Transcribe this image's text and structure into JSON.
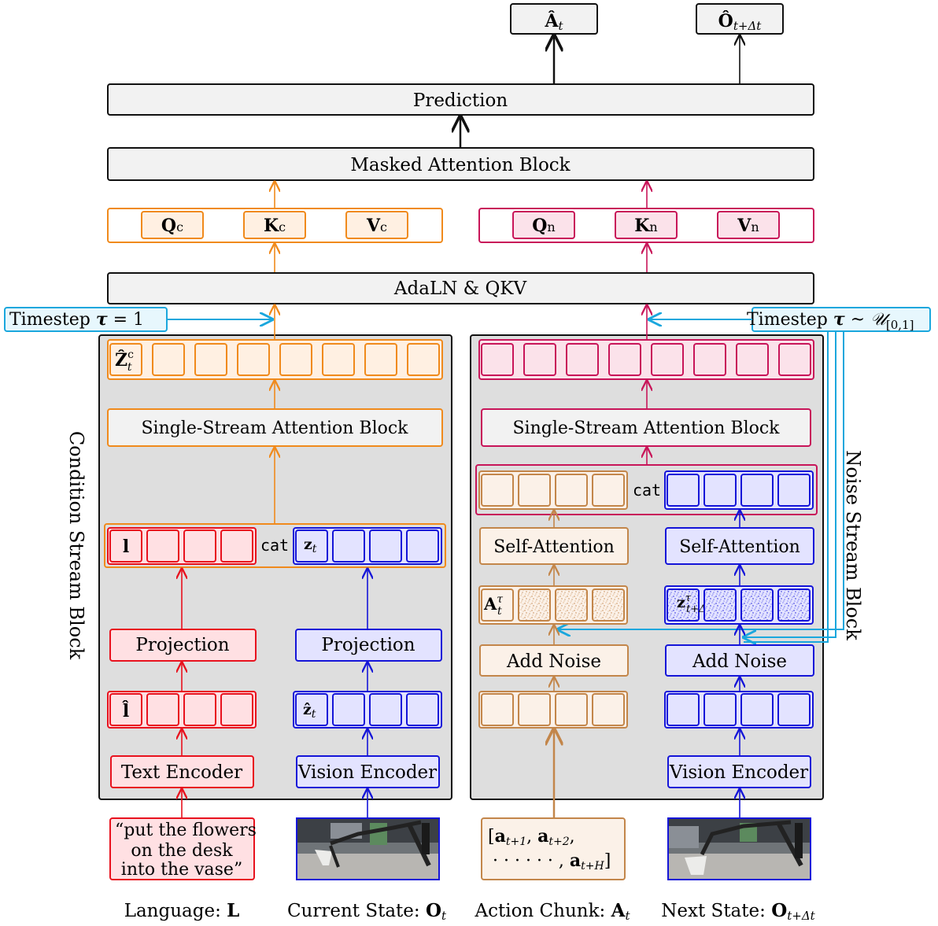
{
  "outputs": {
    "action_hat": "Â",
    "action_sub": "t",
    "obs_hat": "Ô",
    "obs_sub": "t+Δt"
  },
  "blocks": {
    "prediction": "Prediction",
    "masked_attention": "Masked Attention Block",
    "adaln_qkv": "AdaLN & QKV",
    "single_stream": "Single-Stream Attention Block",
    "self_attention": "Self-Attention",
    "add_noise": "Add Noise",
    "projection": "Projection",
    "text_encoder": "Text Encoder",
    "vision_encoder": "Vision Encoder",
    "cat": "cat"
  },
  "qkv": {
    "cond": {
      "q": "Q",
      "k": "K",
      "v": "V",
      "sub": "c"
    },
    "noise": {
      "q": "Q",
      "k": "K",
      "v": "V",
      "sub": "n"
    }
  },
  "timesteps": {
    "cond": {
      "prefix": "Timestep ",
      "tau": "τ",
      "rest": " = 1"
    },
    "noise": {
      "prefix": "Timestep ",
      "tau": "τ",
      "rest": " ~ ",
      "dist": "𝒰",
      "range": "[0,1]"
    }
  },
  "token_labels": {
    "z_c": "Ẑ",
    "z_c_sup": "c",
    "z_c_sub": "t",
    "l": "l",
    "z": "z",
    "z_sub": "t",
    "l_hat": "l̂",
    "z_hat": "ẑ",
    "a_tau": "A",
    "a_tau_sup": "τ",
    "a_tau_sub": "t",
    "z_tau": "z",
    "z_tau_sup": "τ",
    "z_tau_sub": "t+Δt"
  },
  "side_labels": {
    "condition": "Condition Stream Block",
    "noise": "Noise Stream Block"
  },
  "inputs": {
    "language_lines": [
      "“put the flowers",
      "on the desk",
      "into the vase”"
    ],
    "action_line1": [
      "a",
      "t+1",
      ", ",
      "a",
      "t+2",
      ","
    ],
    "action_line2": [
      "· · · · · · , ",
      "a",
      "t+H",
      "]"
    ],
    "action_open": "["
  },
  "captions": {
    "language": {
      "text": "Language: ",
      "sym": "L",
      "sub": ""
    },
    "current": {
      "text": "Current State: ",
      "sym": "O",
      "sub": "t"
    },
    "action": {
      "text": "Action Chunk: ",
      "sym": "A",
      "sub": "t"
    },
    "next": {
      "text": "Next State: ",
      "sym": "O",
      "sub": "t+Δt"
    }
  },
  "colors": {
    "orange": "#f08a1c",
    "orange_fill": "#fff0e2",
    "crimson": "#c81559",
    "crimson_fill": "#fbe2ea",
    "red": "#e8121e",
    "red_fill": "#ffe0e3",
    "blue": "#1515d8",
    "blue_fill": "#e3e3ff",
    "brown": "#c3864a",
    "brown_fill": "#fbf1e8",
    "cyan": "#1aa7dd",
    "cyan_fill": "#e7f7fd",
    "gray_fill": "#dedede",
    "block_fill": "#f2f2f2"
  }
}
